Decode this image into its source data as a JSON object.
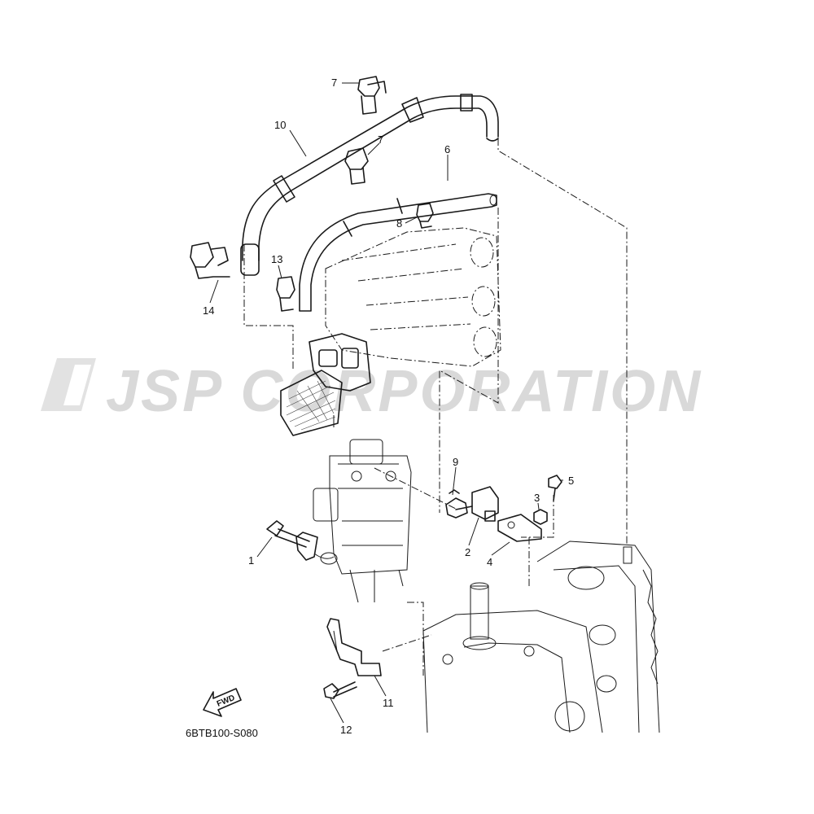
{
  "watermark": "JSP CORPORATION",
  "diagram_code": "6BTB100-S080",
  "fwd_label": "FWD",
  "parts": [
    {
      "id": "p1",
      "label": "1"
    },
    {
      "id": "p2",
      "label": "2"
    },
    {
      "id": "p3",
      "label": "3"
    },
    {
      "id": "p4",
      "label": "4"
    },
    {
      "id": "p5",
      "label": "5"
    },
    {
      "id": "p6",
      "label": "6"
    },
    {
      "id": "p7a",
      "label": "7"
    },
    {
      "id": "p7b",
      "label": "7"
    },
    {
      "id": "p8",
      "label": "8"
    },
    {
      "id": "p9",
      "label": "9"
    },
    {
      "id": "p10",
      "label": "10"
    },
    {
      "id": "p11",
      "label": "11"
    },
    {
      "id": "p12",
      "label": "12"
    },
    {
      "id": "p13",
      "label": "13"
    },
    {
      "id": "p14",
      "label": "14"
    }
  ]
}
